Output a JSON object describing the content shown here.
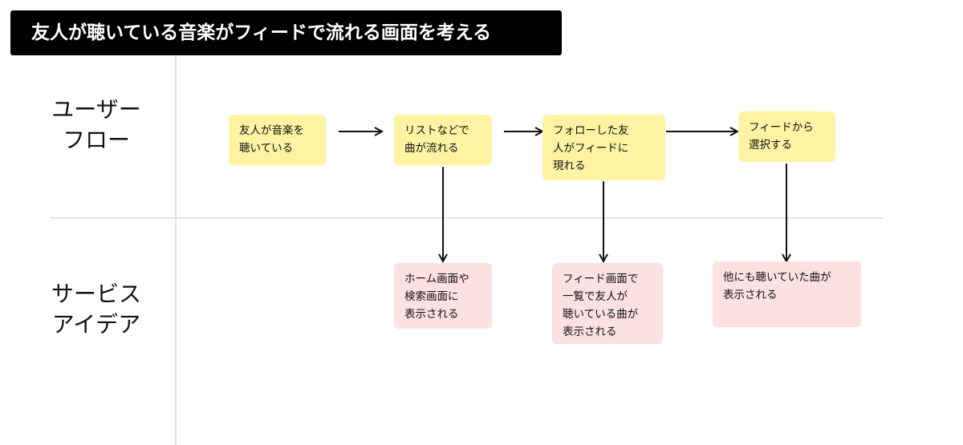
{
  "title": "友人が聴いている音楽がフィードで流れる画面を考える",
  "rows": {
    "user_flow": [
      "ユーザー",
      "フロー"
    ],
    "service_idea": [
      "サービス",
      "アイデア"
    ]
  },
  "flow": [
    [
      "友人が音楽を",
      "聴いている"
    ],
    [
      "リストなどで",
      "曲が流れる"
    ],
    [
      "フォローした友",
      "人がフィードに",
      "現れる"
    ],
    [
      "フィードから",
      "選択する"
    ]
  ],
  "ideas": [
    [
      "ホーム画面や",
      "検索画面に",
      "表示される"
    ],
    [
      "フィード画面で",
      "一覧で友人が",
      "聴いている曲が",
      "表示される"
    ],
    [
      "他にも聴いていた曲が",
      "表示される"
    ]
  ],
  "colors": {
    "title_bg": "#000000",
    "title_text": "#ffffff",
    "flow_note": "#fdf3a3",
    "idea_note": "#fde0e2",
    "grid_line": "#c8c8c8",
    "arrow": "#111111"
  }
}
